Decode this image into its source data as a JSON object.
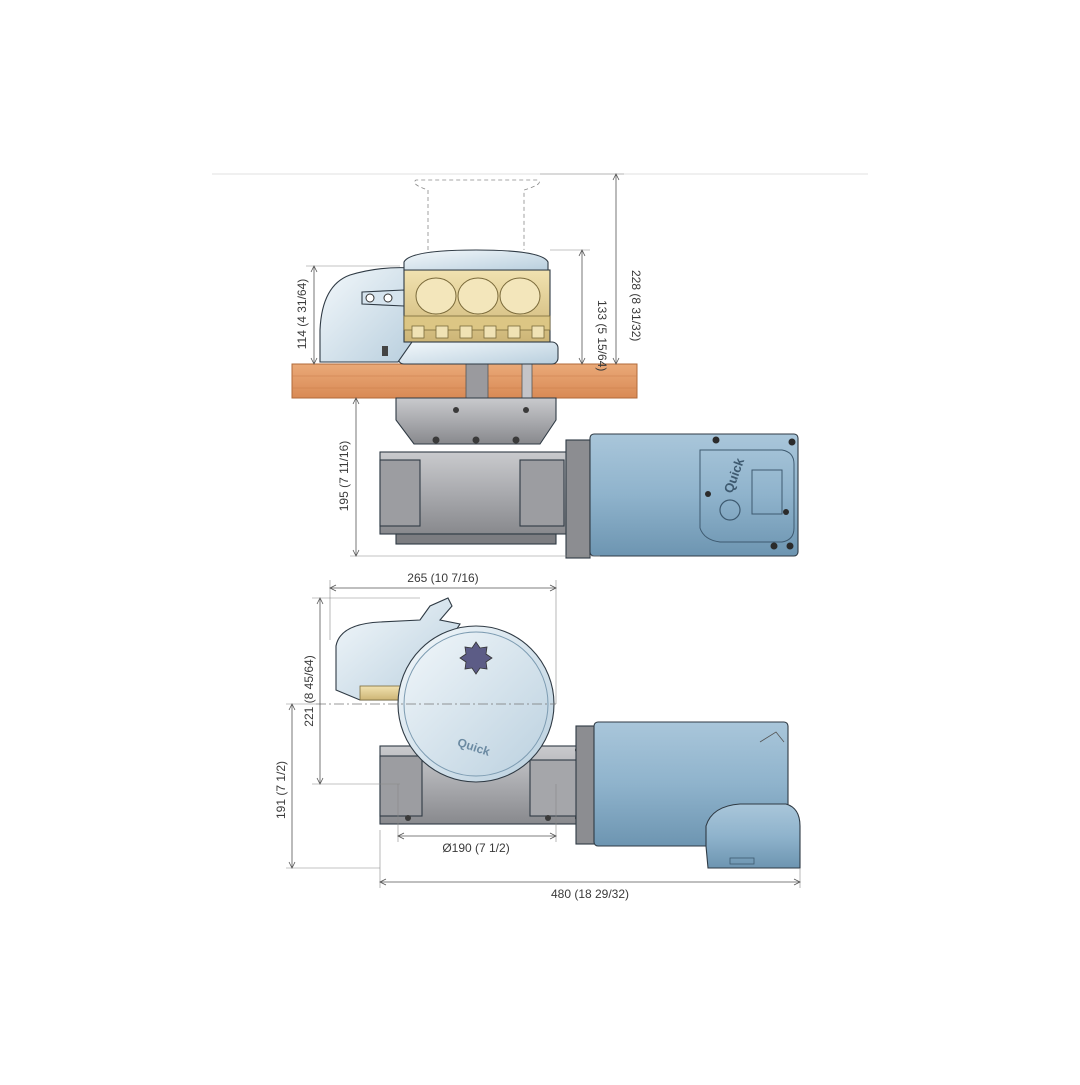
{
  "dimensions": {
    "d228": "228 (8 31/32)",
    "d133": "133 (5 15/64)",
    "d114": "114 (4 31/64)",
    "d195": "195 (7 11/16)",
    "d265": "265 (10 7/16)",
    "d221": "221 (8 45/64)",
    "d191": "191 (7 1/2)",
    "d190": "Ø190 (7 1/2)",
    "d480": "480 (18 29/32)"
  },
  "brand": {
    "motor_logo": "Quick",
    "cover_logo": "Quick"
  },
  "colors": {
    "motor": "#8fb3cc",
    "motor_dark": "#5f87a3",
    "gypsy": "#e6d49a",
    "deck": "#e39a66",
    "gearbox": "#a9aaae",
    "cover": "#dfeaf2"
  }
}
